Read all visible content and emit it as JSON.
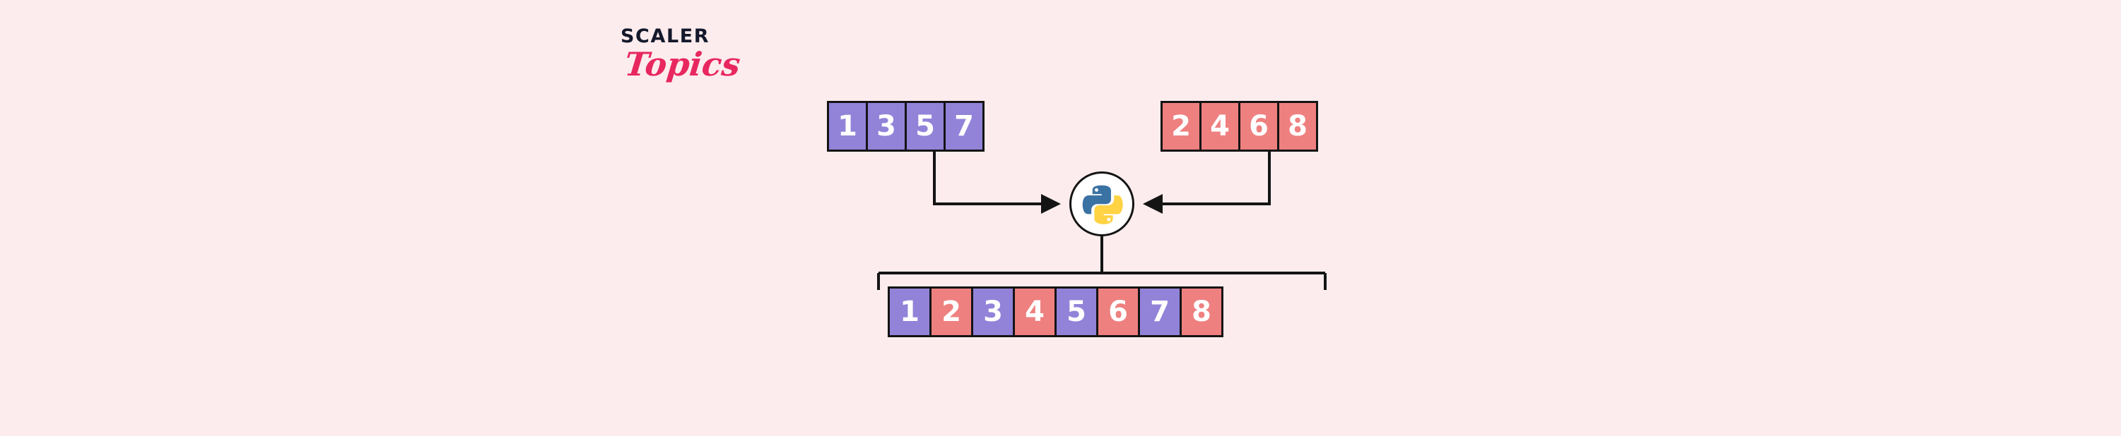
{
  "brand": {
    "name_top": "SCALER",
    "name_bottom": "Topics",
    "color_top": "#14182b",
    "color_bottom": "#e8275f"
  },
  "canvas": {
    "background": "#fdeced",
    "stroke": "#141414"
  },
  "colors": {
    "purple": "#9283d9",
    "salmon": "#ef8080",
    "value_text": "#ffffff",
    "python_blue": "#3a72a4",
    "python_yellow": "#ffd343"
  },
  "diagram": {
    "title": "merge of two sorted arrays in python",
    "input_left": {
      "label": "first-sorted-array",
      "color": "#9283d9",
      "values": [
        "1",
        "3",
        "5",
        "7"
      ]
    },
    "input_right": {
      "label": "second-sorted-array",
      "color": "#ef8080",
      "values": [
        "2",
        "4",
        "6",
        "8"
      ]
    },
    "processor": {
      "label": "python-logo",
      "icon": "python-icon"
    },
    "output": {
      "label": "merged-sorted-array",
      "cells": [
        {
          "value": "1",
          "color": "#9283d9",
          "source": "left"
        },
        {
          "value": "2",
          "color": "#ef8080",
          "source": "right"
        },
        {
          "value": "3",
          "color": "#9283d9",
          "source": "left"
        },
        {
          "value": "4",
          "color": "#ef8080",
          "source": "right"
        },
        {
          "value": "5",
          "color": "#9283d9",
          "source": "left"
        },
        {
          "value": "6",
          "color": "#ef8080",
          "source": "right"
        },
        {
          "value": "7",
          "color": "#9283d9",
          "source": "left"
        },
        {
          "value": "8",
          "color": "#ef8080",
          "source": "right"
        }
      ]
    },
    "connectors": {
      "left_arrow": "arrow-left-input-to-python",
      "right_arrow": "arrow-right-input-to-python",
      "output_bracket": "bracket-python-to-output"
    }
  }
}
